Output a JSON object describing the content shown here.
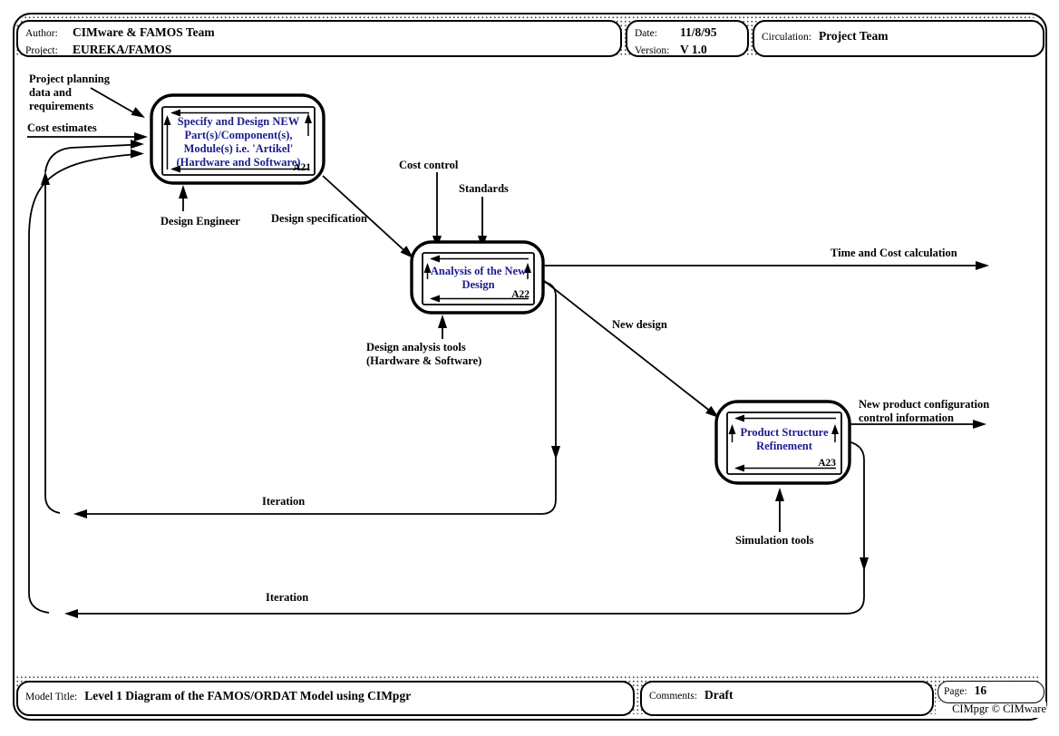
{
  "header": {
    "author_label": "Author:",
    "author": "CIMware & FAMOS Team",
    "project_label": "Project:",
    "project": "EUREKA/FAMOS",
    "date_label": "Date:",
    "date": "11/8/95",
    "version_label": "Version:",
    "version": "V 1.0",
    "circulation_label": "Circulation:",
    "circulation": "Project Team"
  },
  "footer": {
    "model_title_label": "Model Title:",
    "model_title": "Level 1 Diagram of the FAMOS/ORDAT Model using CIMpgr",
    "comments_label": "Comments:",
    "comments": "Draft",
    "page_label": "Page:",
    "page": "16",
    "copyright": "CIMpgr © CIMware"
  },
  "diagram": {
    "boxes": [
      {
        "id": "A21",
        "lines": [
          "Specify and Design NEW",
          "Part(s)/Component(s),",
          "Module(s) i.e. 'Artikel'",
          "(Hardware and Software)"
        ]
      },
      {
        "id": "A22",
        "lines": [
          "Analysis of the New",
          "Design"
        ]
      },
      {
        "id": "A23",
        "lines": [
          "Product Structure",
          "Refinement"
        ]
      }
    ],
    "labels": {
      "project_planning": [
        "Project planning",
        "data and",
        "requirements"
      ],
      "cost_estimates": "Cost estimates",
      "design_engineer": "Design Engineer",
      "design_specification": "Design specification",
      "cost_control": "Cost control",
      "standards": "Standards",
      "time_and_cost": "Time and Cost calculation",
      "design_analysis_tools": [
        "Design analysis tools",
        "(Hardware & Software)"
      ],
      "new_design": "New design",
      "new_product_configuration": [
        "New product configuration",
        "control information"
      ],
      "simulation_tools": "Simulation tools",
      "iteration_upper": "Iteration",
      "iteration_lower": "Iteration"
    },
    "colors": {
      "box_text": "#1b1b8e",
      "line": "#000000"
    }
  }
}
